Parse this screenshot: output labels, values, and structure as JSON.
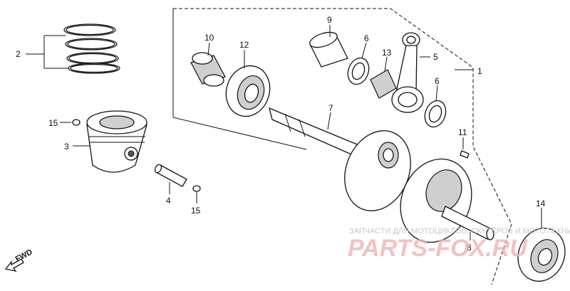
{
  "callouts": {
    "c1": "1",
    "c2": "2",
    "c3": "3",
    "c4": "4",
    "c5": "5",
    "c6a": "6",
    "c6b": "6",
    "c7": "7",
    "c8": "8",
    "c9": "9",
    "c10": "10",
    "c11": "11",
    "c12": "12",
    "c13": "13",
    "c14": "14",
    "c15a": "15",
    "c15b": "15"
  },
  "fwd_label": "FWD",
  "watermark": {
    "caption": "ЗАПЧАСТИ ДЛЯ МОТОЦИКЛОВ, СКУТЕРОВ И МОТОТЕХНИКИ",
    "logo": "PARTS-FOX.RU"
  },
  "colors": {
    "line": "#111111",
    "watermark_logo": "#f1b3b3",
    "watermark_caption": "#c8c8c8"
  }
}
